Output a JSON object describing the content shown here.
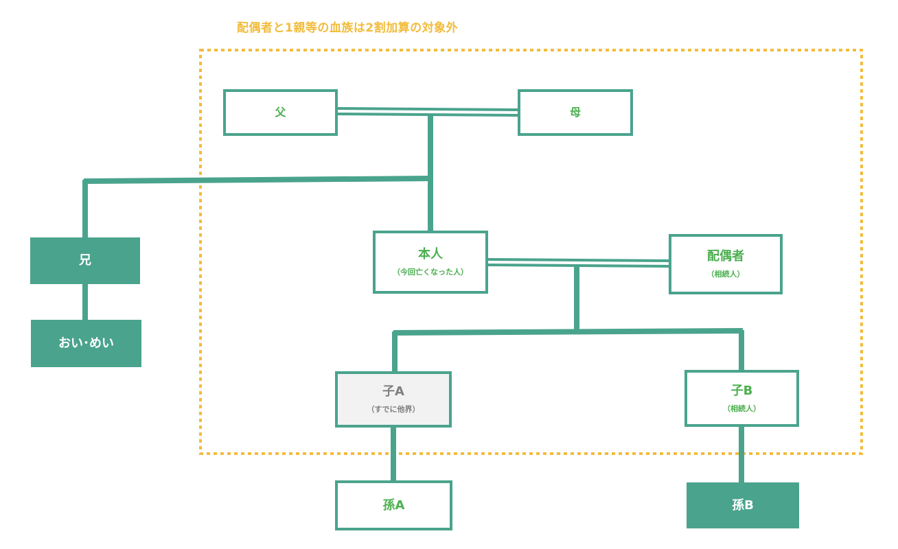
{
  "caption": "配偶者と1親等の血族は2割加算の対象外",
  "colors": {
    "line": "#4aa38d",
    "node_text": "#4caf50",
    "filled_node": "#4aa38d",
    "deceased_fill": "#f2f2f2",
    "deceased_text": "#7f7f7f",
    "dotted_border": "#f2bc3c"
  },
  "nodes": {
    "father": {
      "name": "父"
    },
    "mother": {
      "name": "母"
    },
    "brother": {
      "name": "兄"
    },
    "nephew_niece": {
      "name": "おい･めい"
    },
    "self": {
      "name": "本人",
      "sub": "（今回亡くなった人）"
    },
    "spouse": {
      "name": "配偶者",
      "sub": "（相続人）"
    },
    "child_a": {
      "name": "子A",
      "sub": "（すでに他界）"
    },
    "child_b": {
      "name": "子B",
      "sub": "（相続人）"
    },
    "grandchild_a": {
      "name": "孫A"
    },
    "grandchild_b": {
      "name": "孫B"
    }
  }
}
